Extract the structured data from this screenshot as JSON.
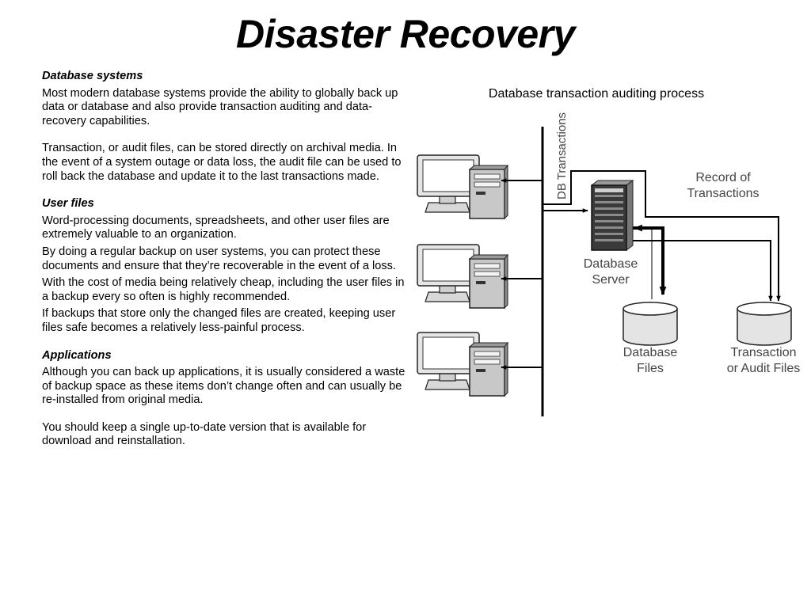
{
  "title": "Disaster Recovery",
  "sections": [
    {
      "heading": "Database systems",
      "paragraphs": [
        "Most modern database systems provide the ability to globally back up data or database and also provide transaction auditing and data-recovery capabilities.",
        "Transaction, or audit files, can be stored directly on archival media. In the event of a system outage or data loss, the audit file can be used to roll back the database and update it to the last transactions made."
      ]
    },
    {
      "heading": "User files",
      "paragraphs": [
        "Word-processing documents, spreadsheets, and other user files are extremely valuable to an organization.",
        "By doing a regular backup on user systems, you can protect these documents and ensure that they’re recoverable in the event of a loss.",
        "With the cost of media being relatively cheap, including the user files in a backup every so often is highly recommended.",
        "If backups that store only the changed files are created, keeping user files safe becomes a relatively less-painful process."
      ]
    },
    {
      "heading": "Applications",
      "paragraphs": [
        "Although you can back up applications, it is usually considered a waste of backup space as these items don’t change often and can usually be re-installed from original media.",
        "You should keep a single up-to-date version that is available for download and reinstallation."
      ]
    }
  ],
  "diagram": {
    "caption": "Database transaction auditing process",
    "bus_label": "DB Transactions",
    "server_label": [
      "Database",
      "Server"
    ],
    "record_label": [
      "Record of",
      "Transactions"
    ],
    "db_files_label": [
      "Database",
      "Files"
    ],
    "audit_files_label": [
      "Transaction",
      "or Audit Files"
    ]
  }
}
